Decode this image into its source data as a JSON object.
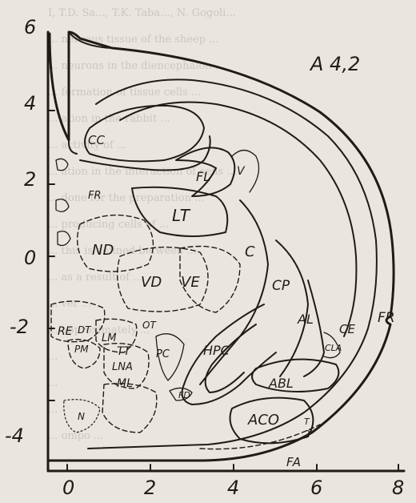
{
  "background_text": [
    "I, T.D. Sa..., T.K. Taba..., N. Gogoli...",
    "... nervous tissue of the sheep ...",
    "... neurons in the diencephalon ...",
    "... formation of tissue cells ...",
    "... ation in the rabbit ...",
    "... activity of ...",
    "... ation in the interaction of cells ...",
    "... done for the preparation ...",
    "... producing cells of ...",
    "... this is defined between ...",
    "... as a result of ...",
    "... ver ...",
    "... approximately ...",
    "...",
    "...",
    "...",
    "... ompo ..."
  ],
  "plate": {
    "label": "A 4,2"
  },
  "axes": {
    "y_ticks": [
      "6",
      "4",
      "2",
      "0",
      "-2",
      "-4"
    ],
    "x_ticks": [
      "0",
      "2",
      "4",
      "6",
      "8"
    ]
  },
  "structures": {
    "CC": "CC",
    "FR_small": "FR",
    "FL": "FL",
    "V": "V",
    "LT": "LT",
    "ND": "ND",
    "VD": "VD",
    "VE": "VE",
    "C": "C",
    "CP": "CP",
    "FR": "FR",
    "AL": "AL",
    "CE": "CE",
    "CLA": "CLA",
    "RE": "RE",
    "LM": "LM",
    "PM": "PM",
    "TT": "TT",
    "LNA": "LNA",
    "ML": "ML",
    "PC": "PC",
    "HPC": "HPC",
    "ABL": "ABL",
    "FD": "FD",
    "ACO": "ACO",
    "T2_T": "T",
    "T2_2": "2",
    "FA": "FA",
    "N": "N",
    "DT": "DT",
    "OT": "OT"
  }
}
